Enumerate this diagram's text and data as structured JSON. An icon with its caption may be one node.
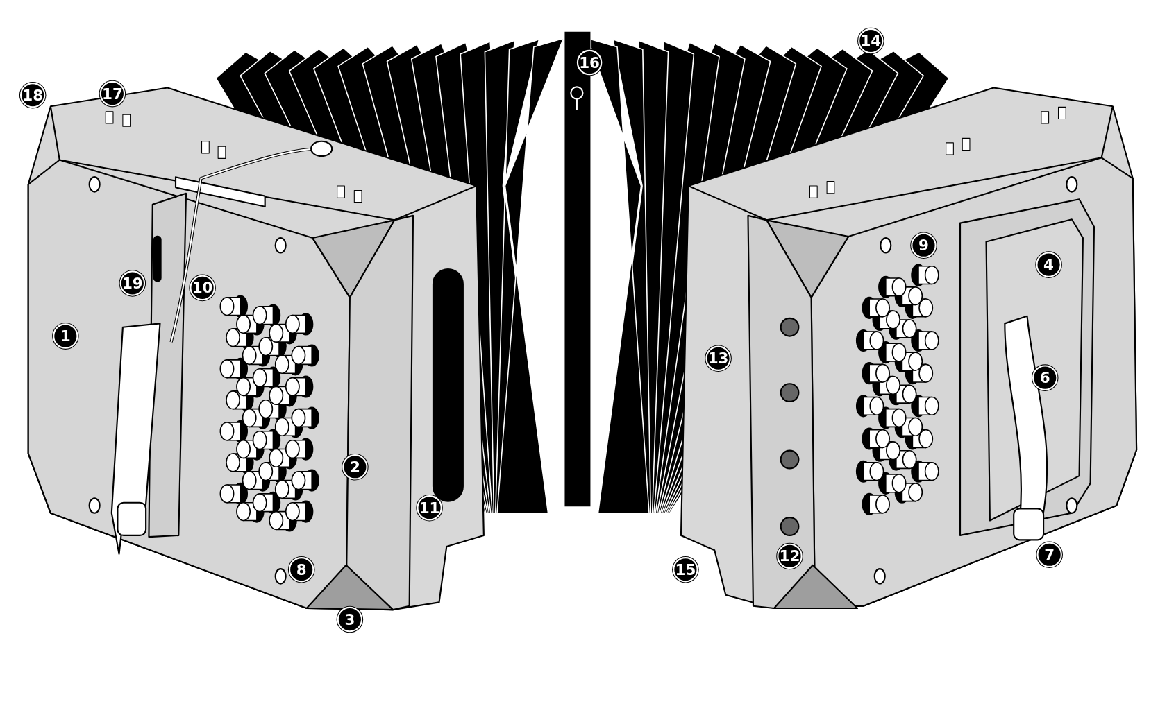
{
  "diagram": {
    "labels": [
      "18",
      "17",
      "16",
      "14",
      "9",
      "4",
      "19",
      "10",
      "1",
      "13",
      "6",
      "2",
      "11",
      "12",
      "15",
      "7",
      "8",
      "3"
    ]
  }
}
